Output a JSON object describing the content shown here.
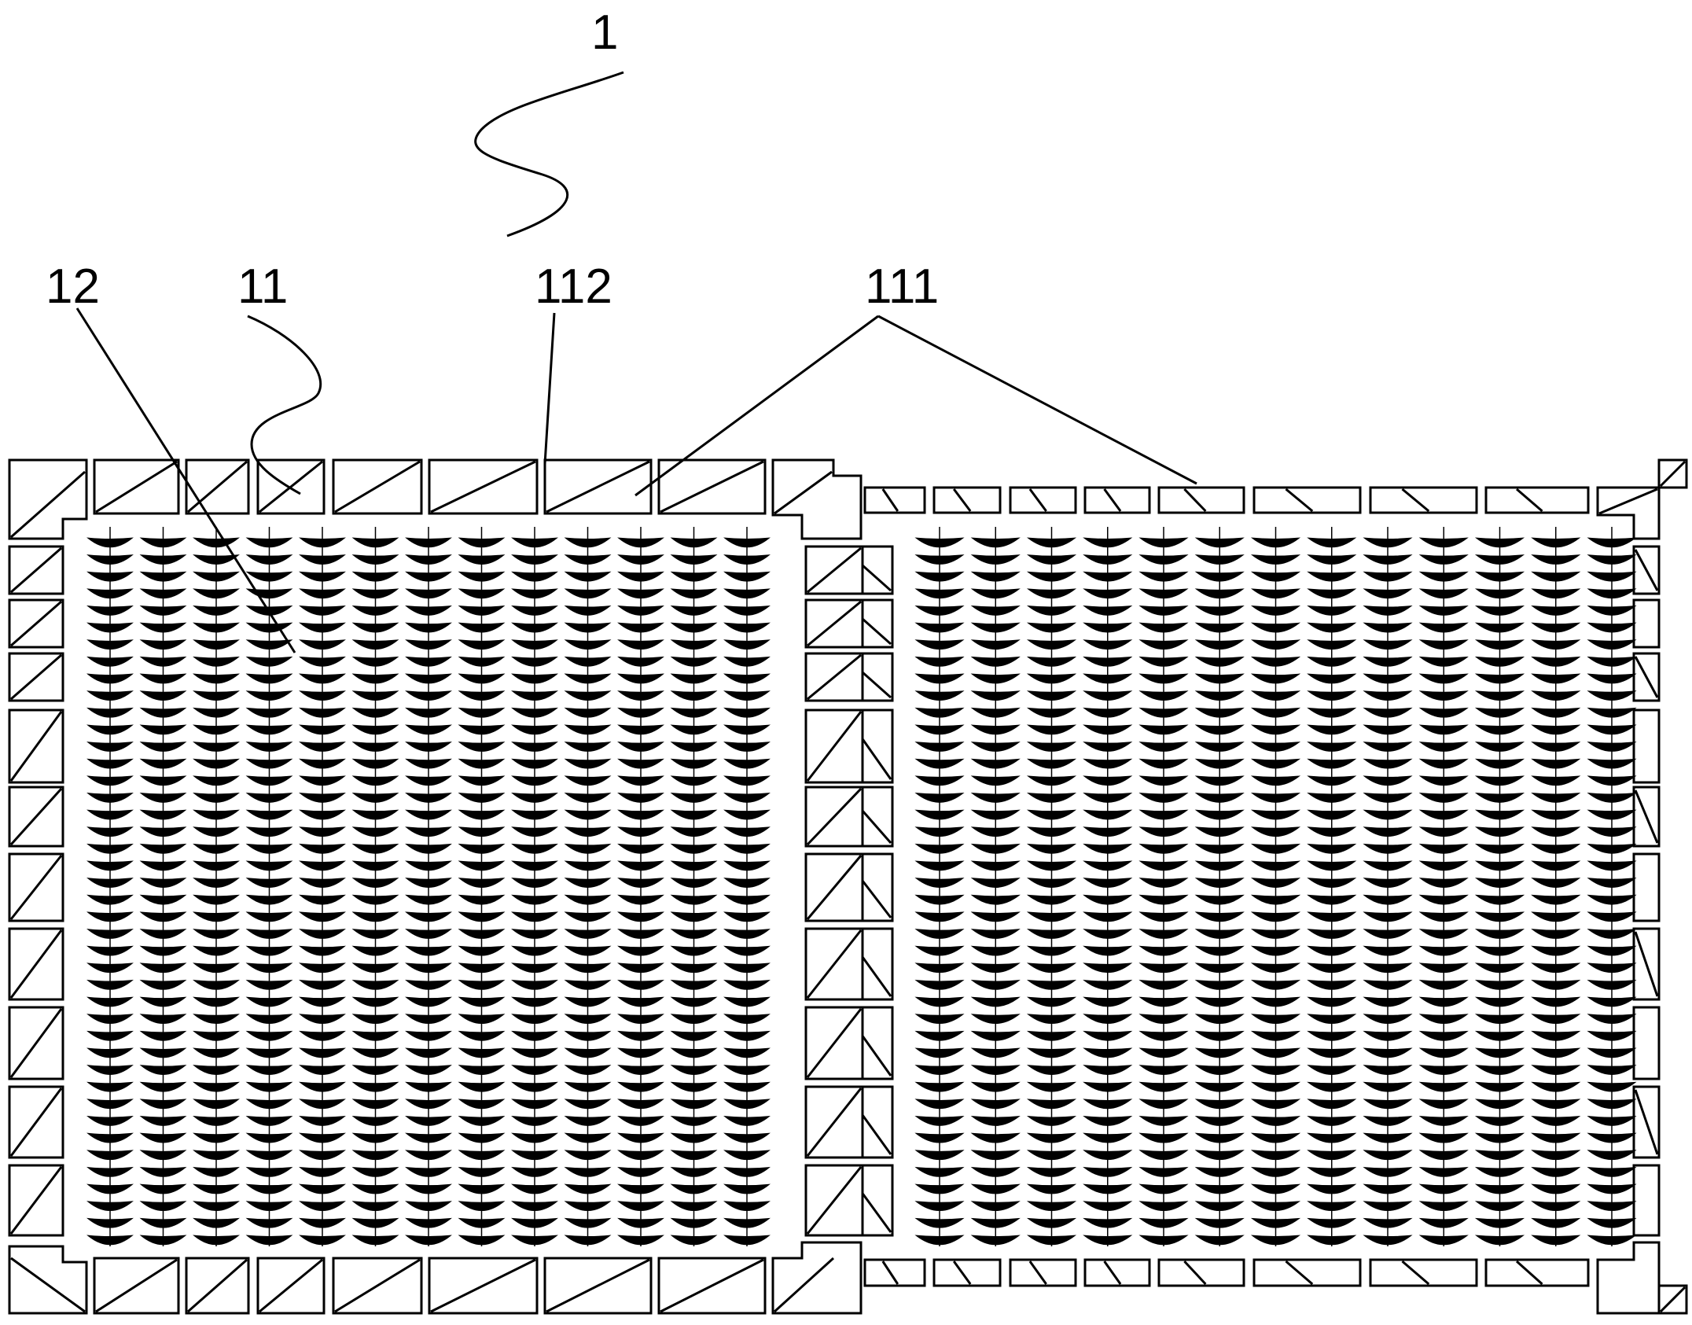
{
  "labels": {
    "assembly": "1",
    "array": "12",
    "frame": "11",
    "bar": "112",
    "edge": "111"
  },
  "colors": {
    "ink": "#000000",
    "paper": "#ffffff"
  }
}
